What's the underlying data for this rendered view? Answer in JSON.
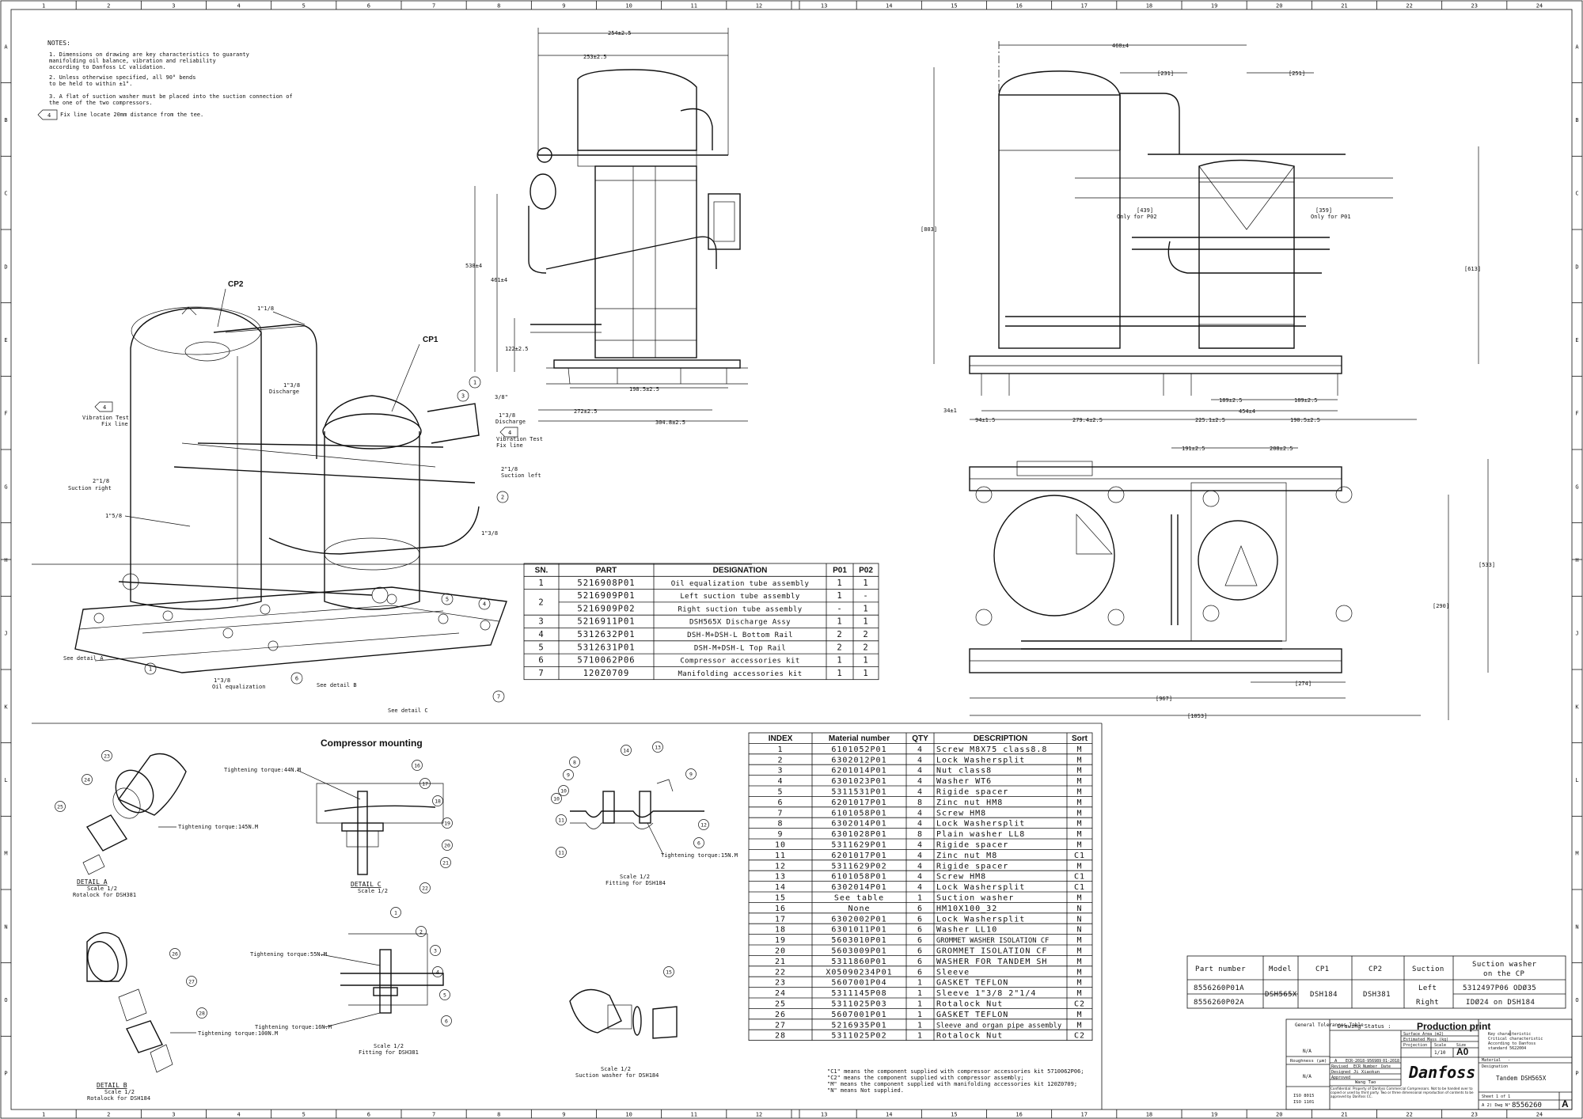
{
  "frame": {
    "columns": [
      "1",
      "2",
      "3",
      "4",
      "5",
      "6",
      "7",
      "8",
      "9",
      "10",
      "11",
      "12",
      "13",
      "14",
      "15",
      "16",
      "17",
      "18",
      "19",
      "20",
      "21",
      "22",
      "23",
      "24"
    ],
    "rows": [
      "A",
      "B",
      "C",
      "D",
      "E",
      "F",
      "G",
      "H",
      "J",
      "K",
      "L",
      "M",
      "N",
      "O",
      "P"
    ]
  },
  "notes": {
    "title": "NOTES:",
    "items": [
      "1. Dimensions on drawing are key characteristics to guaranty",
      "   manifolding oil balance, vibration and reliability",
      "   according to Danfoss LC validation.",
      "2. Unless otherwise specified, all 90° bends",
      "   to be held to within ±1°.",
      "3. A flat of suction washer must be placed into the suction connection of",
      "   the one of the two compressors.",
      "Fix line locate 20mm distance from the tee."
    ],
    "flag_number": "4"
  },
  "iso_view": {
    "labels": {
      "cp2": "CP2",
      "cp1": "CP1",
      "pipe_1_1_8": "1\"1/8",
      "discharge_1": "1\"3/8",
      "discharge_1b": "Discharge",
      "discharge_2": "1\"3/8",
      "discharge_2b": "Discharge",
      "three_eighths": "3/8\"",
      "vib_left_1": "Vibration Test",
      "vib_left_2": "Fix line",
      "vib_right_1": "Vibration Test",
      "vib_right_2": "Fix line",
      "suction_right_1": "2\"1/8",
      "suction_right_2": "Suction right",
      "suction_left_1": "2\"1/8",
      "suction_left_2": "Suction left",
      "pipe_1_5_8": "1\"5/8",
      "pipe_1_3_8": "1\"3/8",
      "oil_1": "1\"3/8",
      "oil_2": "Oil equalization",
      "detail_a": "See detail A",
      "detail_b": "See detail B",
      "detail_c": "See detail C",
      "flag": "4"
    },
    "balloons": [
      "1",
      "2",
      "3",
      "4",
      "5",
      "6",
      "7"
    ]
  },
  "front_view": {
    "dims": {
      "d1": "254±2.5",
      "d2": "253±2.5",
      "d3": "538±4",
      "d4": "461±4",
      "d5": "122±2.5",
      "d6": "198.5±2.5",
      "d7": "272±2.5",
      "d8": "304.8±2.5"
    }
  },
  "side_view": {
    "dims": {
      "d1": "460±4",
      "d2": "[231]",
      "d3": "[251]",
      "d4": "[803]",
      "d5": "[613]",
      "d6": "[439]",
      "d6b": "Only for P02",
      "d7": "[359]",
      "d7b": "Only for P01",
      "d8": "189±2.5",
      "d9": "189±2.5",
      "d10": "454±4",
      "d11": "34±1",
      "d12": "94±1.5",
      "d13": "279.4±2.5",
      "d14": "225.1±2.5",
      "d15": "190.5±2.5"
    }
  },
  "top_view": {
    "dims": {
      "d1": "191±2.5",
      "d2": "208±2.5",
      "d3": "[533]",
      "d4": "[290]",
      "d5": "[274]",
      "d6": "[967]",
      "d7": "[1053]"
    }
  },
  "parts_table": {
    "headers": [
      "SN.",
      "PART",
      "DESIGNATION",
      "P01",
      "P02"
    ],
    "rows": [
      {
        "sn": "1",
        "part": "5216908P01",
        "designation": "Oil equalization tube assembly",
        "p01": "1",
        "p02": "1"
      },
      {
        "sn": "2",
        "part": "5216909P01",
        "designation": "Left suction tube assembly",
        "p01": "1",
        "p02": "-"
      },
      {
        "sn": "",
        "part": "5216909P02",
        "designation": "Right suction tube assembly",
        "p01": "-",
        "p02": "1"
      },
      {
        "sn": "3",
        "part": "5216911P01",
        "designation": "DSH565X Discharge Assy",
        "p01": "1",
        "p02": "1"
      },
      {
        "sn": "4",
        "part": "5312632P01",
        "designation": "DSH-M+DSH-L Bottom Rail",
        "p01": "2",
        "p02": "2"
      },
      {
        "sn": "5",
        "part": "5312631P01",
        "designation": "DSH-M+DSH-L Top Rail",
        "p01": "2",
        "p02": "2"
      },
      {
        "sn": "6",
        "part": "5710062P06",
        "designation": "Compressor accessories kit",
        "p01": "1",
        "p02": "1"
      },
      {
        "sn": "7",
        "part": "120Z0709",
        "designation": "Manifolding accessories kit",
        "p01": "1",
        "p02": "1"
      }
    ]
  },
  "mounting": {
    "title": "Compressor mounting",
    "torque_44": "Tightening torque:44N.M",
    "torque_145": "Tightening torque:145N.M",
    "torque_15": "Tightening torque:15N.M",
    "torque_55": "Tightening torque:55N.M",
    "torque_16": "Tightening torque:16N.M",
    "torque_100": "Tightening torque:100N.M",
    "detail_a": "DETAIL A",
    "detail_a_scale": "Scale 1/2",
    "detail_a_sub": "Rotalock for DSH381",
    "detail_c": "DETAIL C",
    "detail_c_scale": "Scale 1/2",
    "detail_b": "DETAIL B",
    "detail_b_scale": "Scale 1/2",
    "detail_b_sub": "Rotalock for DSH184",
    "fit184_scale": "Scale 1/2",
    "fit184_sub": "Fitting for DSH184",
    "fit381_scale": "Scale 1/2",
    "fit381_sub": "Fitting for DSH381",
    "washer_scale": "Scale 1/2",
    "washer_sub": "Suction washer for DSH184"
  },
  "material_table": {
    "headers": [
      "INDEX",
      "Material number",
      "QTY",
      "DESCRIPTION",
      "Sort"
    ],
    "rows": [
      {
        "index": "1",
        "material": "6101052P01",
        "qty": "4",
        "desc": "Screw M8X75 class8.8",
        "sort": "M"
      },
      {
        "index": "2",
        "material": "6302012P01",
        "qty": "4",
        "desc": "Lock Washersplit",
        "sort": "M"
      },
      {
        "index": "3",
        "material": "6201014P01",
        "qty": "4",
        "desc": "Nut class8",
        "sort": "M"
      },
      {
        "index": "4",
        "material": "6301023P01",
        "qty": "4",
        "desc": "Washer WT6",
        "sort": "M"
      },
      {
        "index": "5",
        "material": "5311531P01",
        "qty": "4",
        "desc": "Rigide spacer",
        "sort": "M"
      },
      {
        "index": "6",
        "material": "6201017P01",
        "qty": "8",
        "desc": "Zinc nut HM8",
        "sort": "M"
      },
      {
        "index": "7",
        "material": "6101058P01",
        "qty": "4",
        "desc": "Screw HM8",
        "sort": "M"
      },
      {
        "index": "8",
        "material": "6302014P01",
        "qty": "4",
        "desc": "Lock Washersplit",
        "sort": "M"
      },
      {
        "index": "9",
        "material": "6301028P01",
        "qty": "8",
        "desc": "Plain washer LL8",
        "sort": "M"
      },
      {
        "index": "10",
        "material": "5311629P01",
        "qty": "4",
        "desc": "Rigide spacer",
        "sort": "M"
      },
      {
        "index": "11",
        "material": "6201017P01",
        "qty": "4",
        "desc": "Zinc nut M8",
        "sort": "C1"
      },
      {
        "index": "12",
        "material": "5311629P02",
        "qty": "4",
        "desc": "Rigide spacer",
        "sort": "M"
      },
      {
        "index": "13",
        "material": "6101058P01",
        "qty": "4",
        "desc": "Screw HM8",
        "sort": "C1"
      },
      {
        "index": "14",
        "material": "6302014P01",
        "qty": "4",
        "desc": "Lock Washersplit",
        "sort": "C1"
      },
      {
        "index": "15",
        "material": "See table",
        "qty": "1",
        "desc": "Suction washer",
        "sort": "M"
      },
      {
        "index": "16",
        "material": "None",
        "qty": "6",
        "desc": "HM10X100_32",
        "sort": "N"
      },
      {
        "index": "17",
        "material": "6302002P01",
        "qty": "6",
        "desc": "Lock Washersplit",
        "sort": "N"
      },
      {
        "index": "18",
        "material": "6301011P01",
        "qty": "6",
        "desc": "Washer LL10",
        "sort": "N"
      },
      {
        "index": "19",
        "material": "5603010P01",
        "qty": "6",
        "desc": "GROMMET WASHER ISOLATION CF",
        "sort": "M"
      },
      {
        "index": "20",
        "material": "5603009P01",
        "qty": "6",
        "desc": "GROMMET ISOLATION CF",
        "sort": "M"
      },
      {
        "index": "21",
        "material": "5311860P01",
        "qty": "6",
        "desc": "WASHER FOR TANDEM SH",
        "sort": "M"
      },
      {
        "index": "22",
        "material": "X05090234P01",
        "qty": "6",
        "desc": "Sleeve",
        "sort": "M"
      },
      {
        "index": "23",
        "material": "5607001P04",
        "qty": "1",
        "desc": "GASKET TEFLON",
        "sort": "M"
      },
      {
        "index": "24",
        "material": "5311145P08",
        "qty": "1",
        "desc": "Sleeve 1\"3/8 2\"1/4",
        "sort": "M"
      },
      {
        "index": "25",
        "material": "5311025P03",
        "qty": "1",
        "desc": "Rotalock Nut",
        "sort": "C2"
      },
      {
        "index": "26",
        "material": "5607001P01",
        "qty": "1",
        "desc": "GASKET TEFLON",
        "sort": "M"
      },
      {
        "index": "27",
        "material": "5216935P01",
        "qty": "1",
        "desc": "Sleeve and organ pipe assembly",
        "sort": "M"
      },
      {
        "index": "28",
        "material": "5311025P02",
        "qty": "1",
        "desc": "Rotalock Nut",
        "sort": "C2"
      }
    ],
    "footnotes": [
      "\"C1\" means the component supplied with compressor accessories kit 5710062P06;",
      "\"C2\" means the component supplied with compressor assembly;",
      "\"M\" means the component supplied with manifolding accessories kit 120Z0709;",
      "\"N\" means Not supplied."
    ]
  },
  "variant_table": {
    "headers": [
      "Part number",
      "Model",
      "CP1",
      "CP2",
      "Suction",
      "Suction washer on the CP"
    ],
    "rows": [
      {
        "part": "8556260P01A",
        "model": "DSH565X",
        "cp1": "DSH184",
        "cp2": "DSH381",
        "suction": "Left",
        "washer": "5312497P06 ODØ35"
      },
      {
        "part": "8556260P02A",
        "model": "",
        "cp1": "",
        "cp2": "",
        "suction": "Right",
        "washer": "IDØ24 on DSH184"
      }
    ]
  },
  "title_block": {
    "general_tol": "General Tolerances Table",
    "drawing_status_label": "Drawing Status :",
    "drawing_status": "Production print",
    "surface_area": "Surface Area (m2)",
    "est_mass": "Estimated Mass (kg)",
    "projection": "Projection",
    "scale_label": "Scale",
    "scale": "1/10",
    "size_label": "Size",
    "size": "A0",
    "material_label": "Material",
    "material": "-",
    "key_char_1": "Key characteristic",
    "key_char_2": "Critical characteristic",
    "key_char_3": "According to Danfoss",
    "key_char_4": "standard 5622004",
    "na_1": "N/A",
    "na_2": "N/A",
    "roughness": "Roughness (µm)",
    "rev_a": "A",
    "ecr": "ECR-2018-956989",
    "date": "01-2018",
    "revised": "Revised",
    "ecr_number": "ECR Number",
    "date_label": "Date",
    "designed": "Designed",
    "designer": "Ji Xiaokun",
    "approved": "Approved",
    "approver": "Wang Tao",
    "confidential": "Confidential: Property of Danfoss Commercial Compressors. Not to be handed over to copied or used by third party. Two or three dimensional reproduction of contents to be approved by Danfoss CC.",
    "iso1": "ISO 8015",
    "iso2": "ISO 1101",
    "brand": "Danfoss",
    "designation_label": "Designation",
    "designation": "Tandem DSH565X",
    "sheet": "Sheet 1 of 1",
    "doc_prefix": "A 2) Dwg N°",
    "drawing_number": "8556260",
    "revision": "A"
  }
}
